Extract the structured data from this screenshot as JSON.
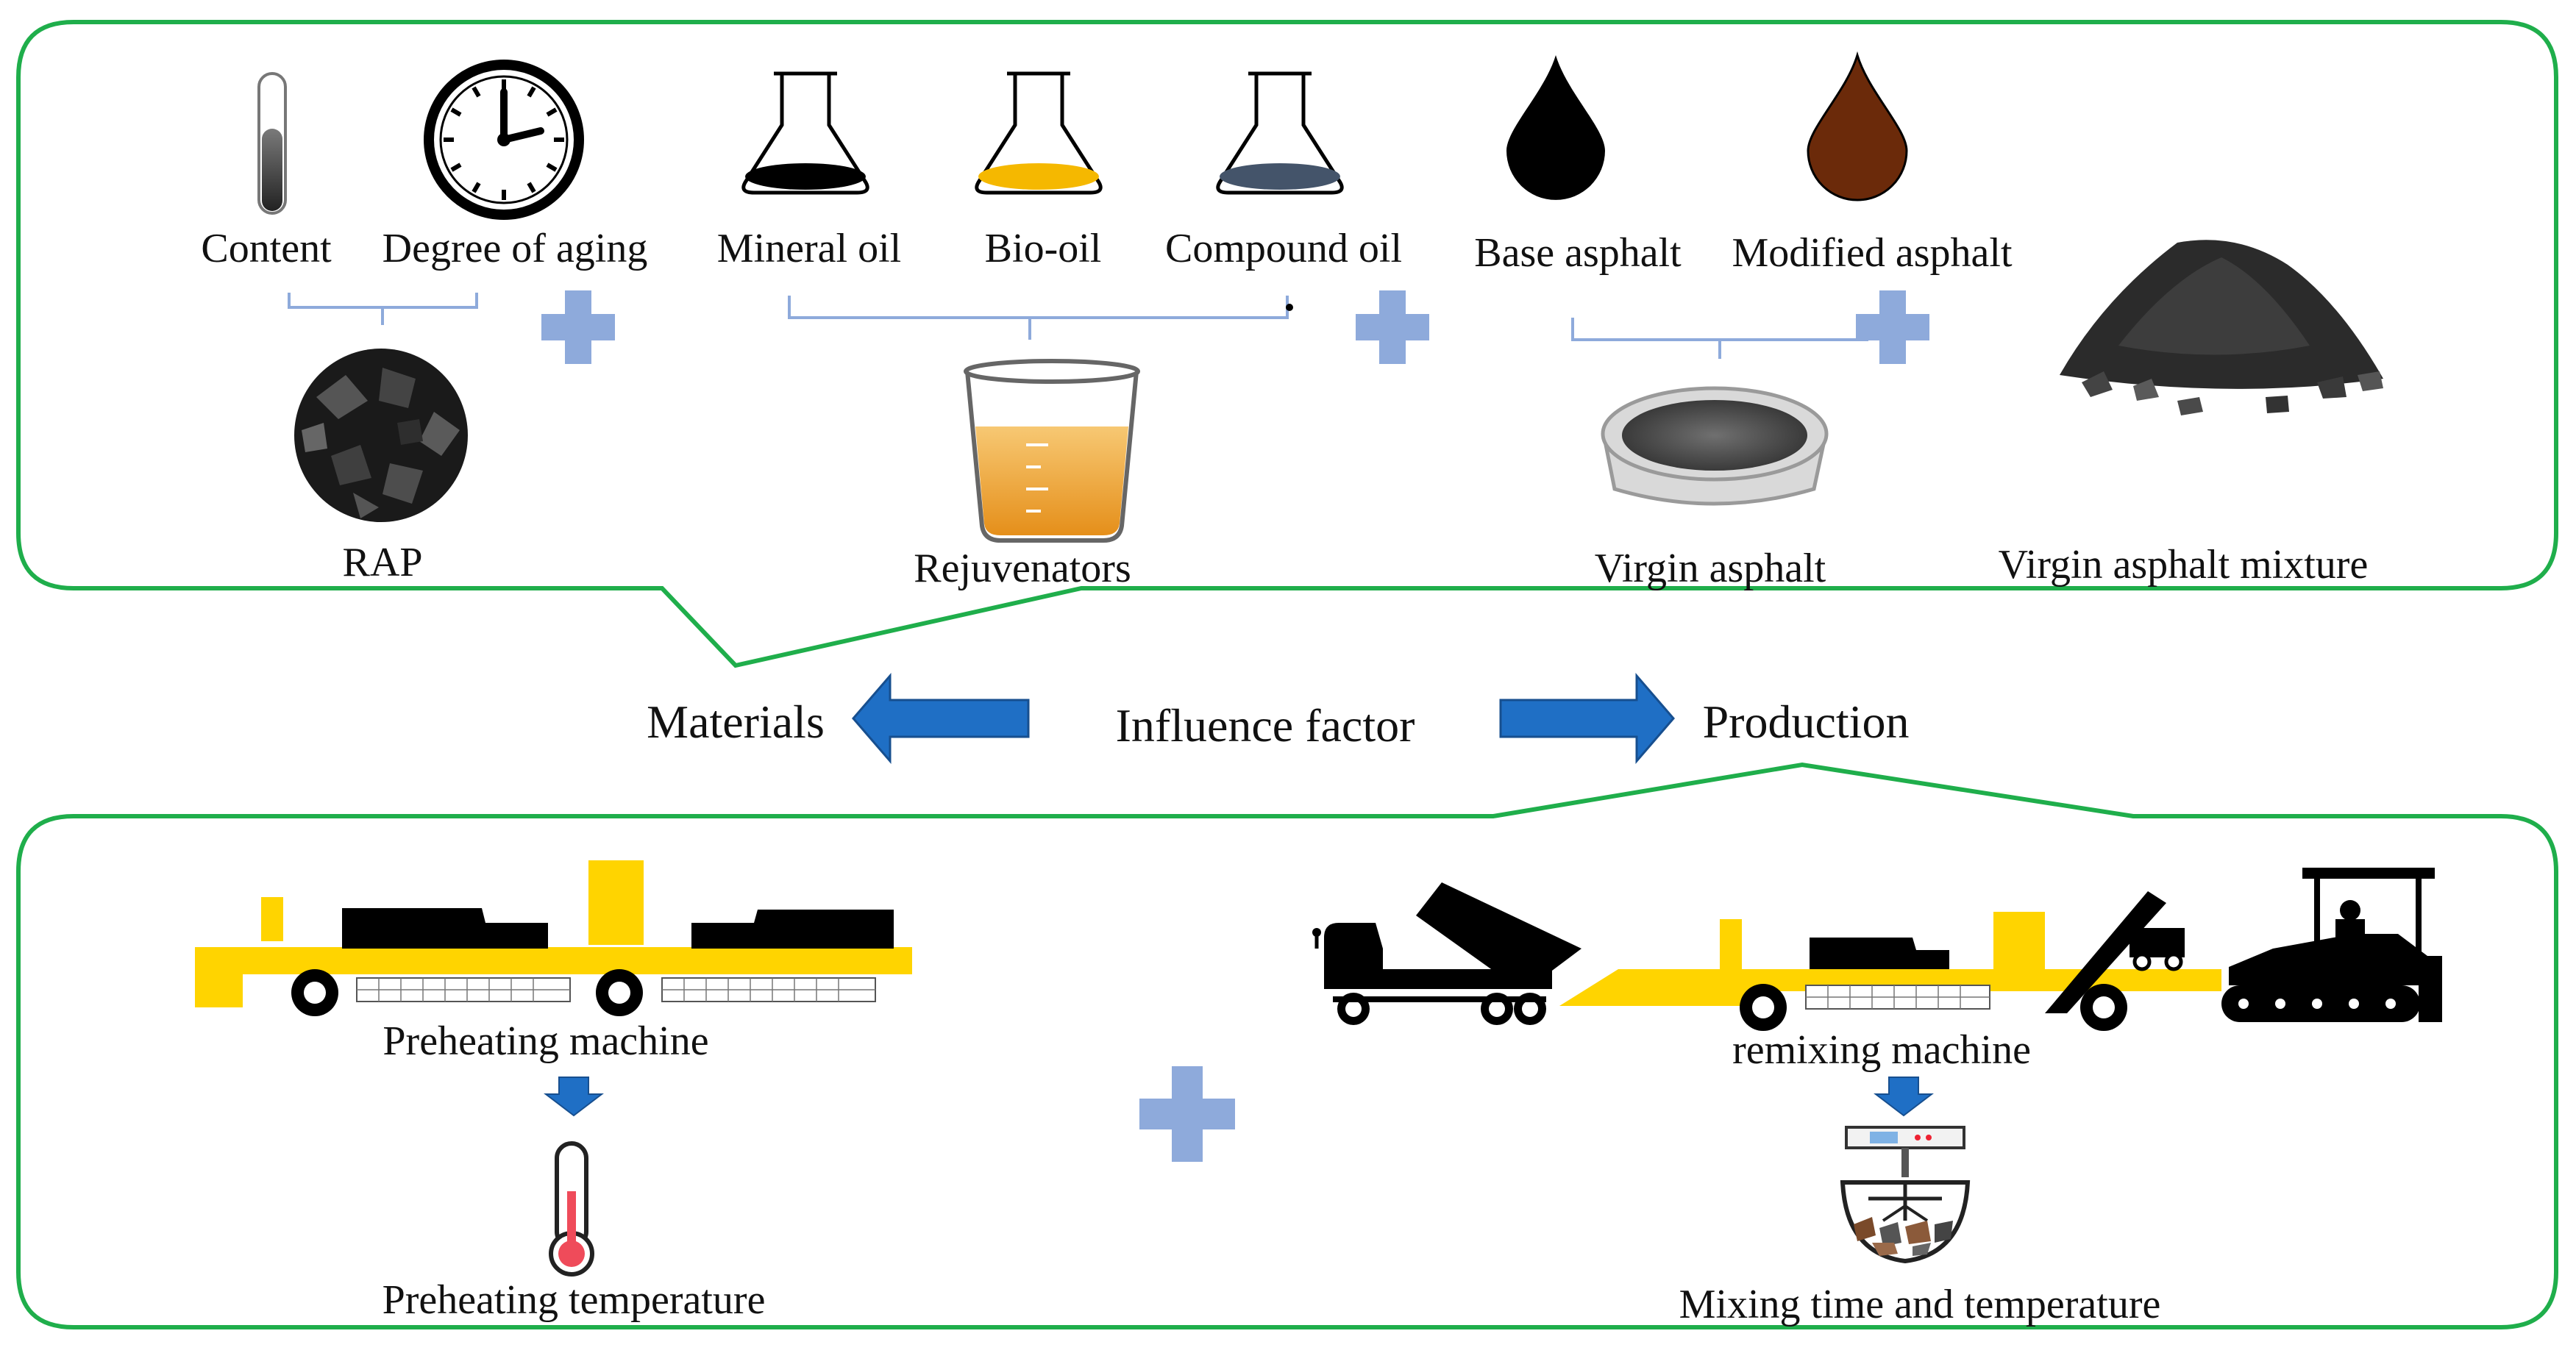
{
  "top_panel": {
    "labels": {
      "content": "Content",
      "degree_of_aging": "Degree of aging",
      "mineral_oil": "Mineral oil",
      "bio_oil": "Bio-oil",
      "compound_oil": "Compound oil",
      "base_asphalt": "Base asphalt",
      "modified_asphalt": "Modified asphalt",
      "rap": "RAP",
      "rejuvenators": "Rejuvenators",
      "virgin_asphalt": "Virgin asphalt",
      "virgin_asphalt_mixture": "Virgin asphalt mixture"
    }
  },
  "middle": {
    "materials": "Materials",
    "influence_factor": "Influence factor",
    "production": "Production"
  },
  "bottom_panel": {
    "labels": {
      "preheating_machine": "Preheating machine",
      "preheating_temperature": "Preheating temperature",
      "remixing_machine": "remixing machine",
      "mixing_time_temperature": "Mixing time and temperature"
    }
  },
  "colors": {
    "border_green": "#1fae4b",
    "arrow_blue": "#1f6fc5",
    "plus_blue": "#8eaadb",
    "machine_yellow": "#ffd400",
    "bio_oil_yellow": "#f5b800",
    "compound_oil_blue": "#44546a",
    "modified_asphalt_brown": "#6b2a0a"
  }
}
